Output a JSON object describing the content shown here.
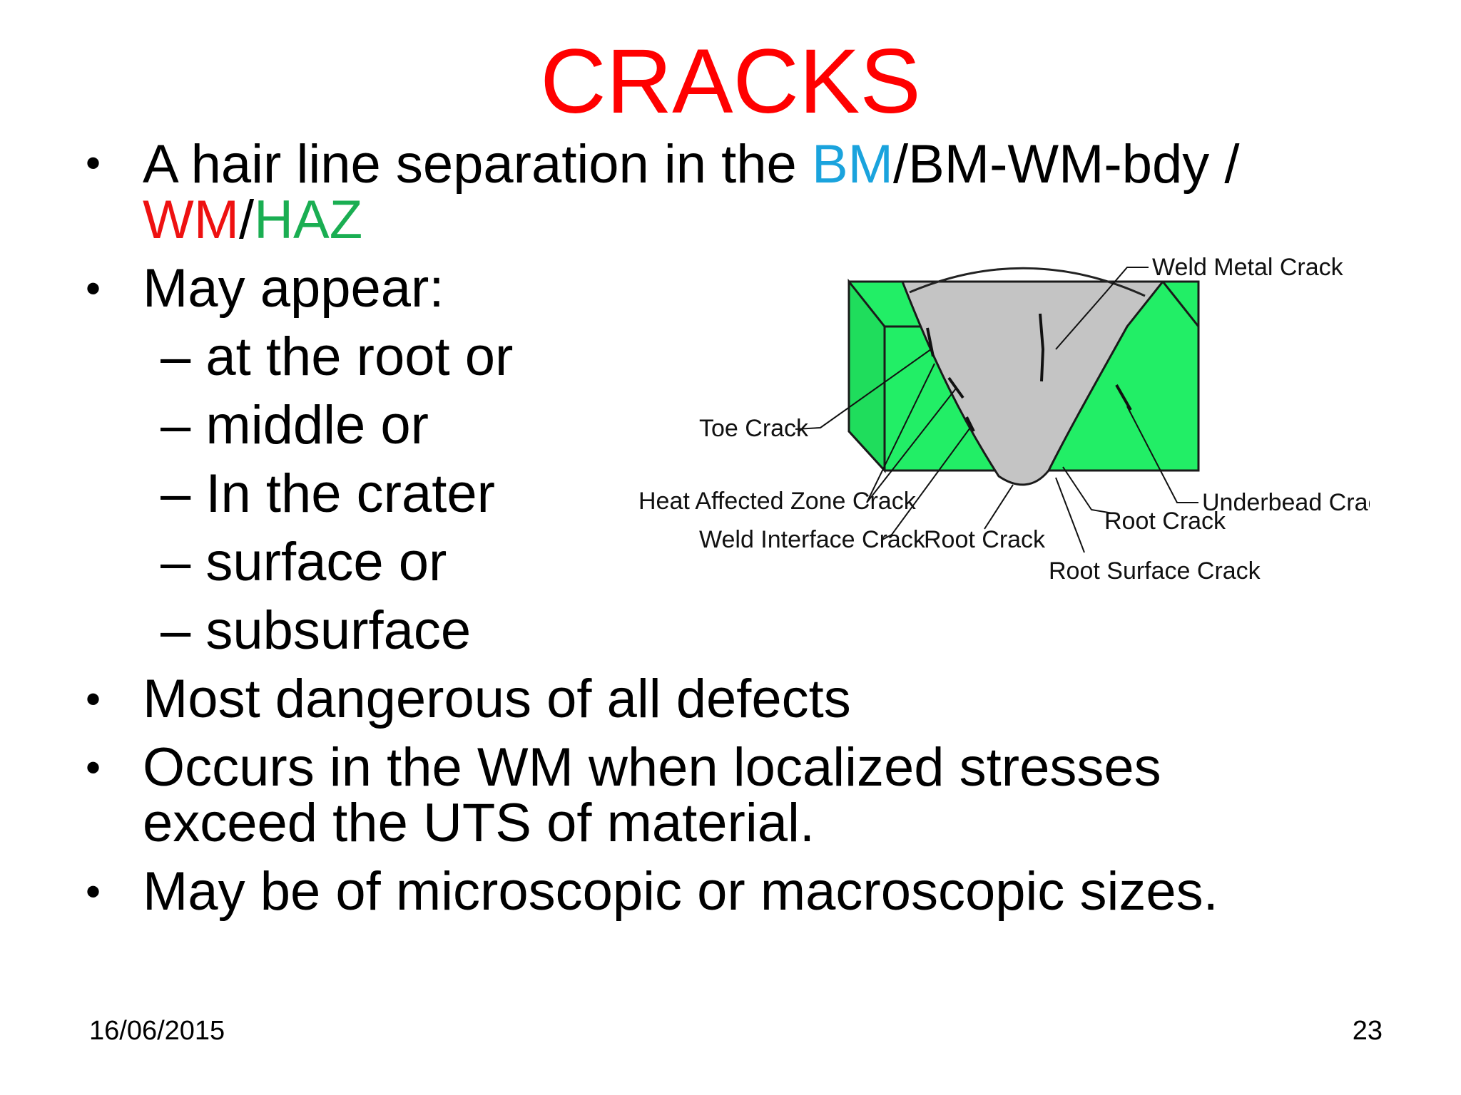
{
  "title": "CRACKS",
  "bullets": {
    "b1_prefix": "A hair line separation in the ",
    "b1_bm": "BM",
    "b1_mid": "/BM-WM-bdy /",
    "b1_wm": "WM",
    "b1_slash": "/",
    "b1_haz": "HAZ",
    "b2": "May appear:",
    "b3": "Most dangerous of all defects",
    "b4_line1": "Occurs in the WM when localized stresses",
    "b4_line2": "exceed the UTS of material.",
    "b5": "May be of microscopic or macroscopic sizes."
  },
  "sub_items": [
    "– at the root  or",
    "– middle  or",
    "– In the crater",
    "– surface  or",
    "– subsurface"
  ],
  "diagram": {
    "labels": {
      "weld_metal_crack": "Weld Metal Crack",
      "toe_crack": "Toe Crack",
      "haz_crack": "Heat Affected Zone Crack",
      "underbead_crack": "Underbead Crack",
      "root_crack_right": "Root Crack",
      "weld_interface_crack": "Weld Interface Crack",
      "root_crack_bottom": "Root Crack",
      "root_surface_crack": "Root Surface Crack"
    },
    "colors": {
      "base_metal": "#22ee66",
      "weld": "#c4c4c4"
    }
  },
  "footer": {
    "date": "16/06/2015",
    "page": "23"
  },
  "colors": {
    "title": "#ff0000",
    "bm": "#1aa3dd",
    "wm": "#ee1111",
    "haz": "#1aae52"
  }
}
